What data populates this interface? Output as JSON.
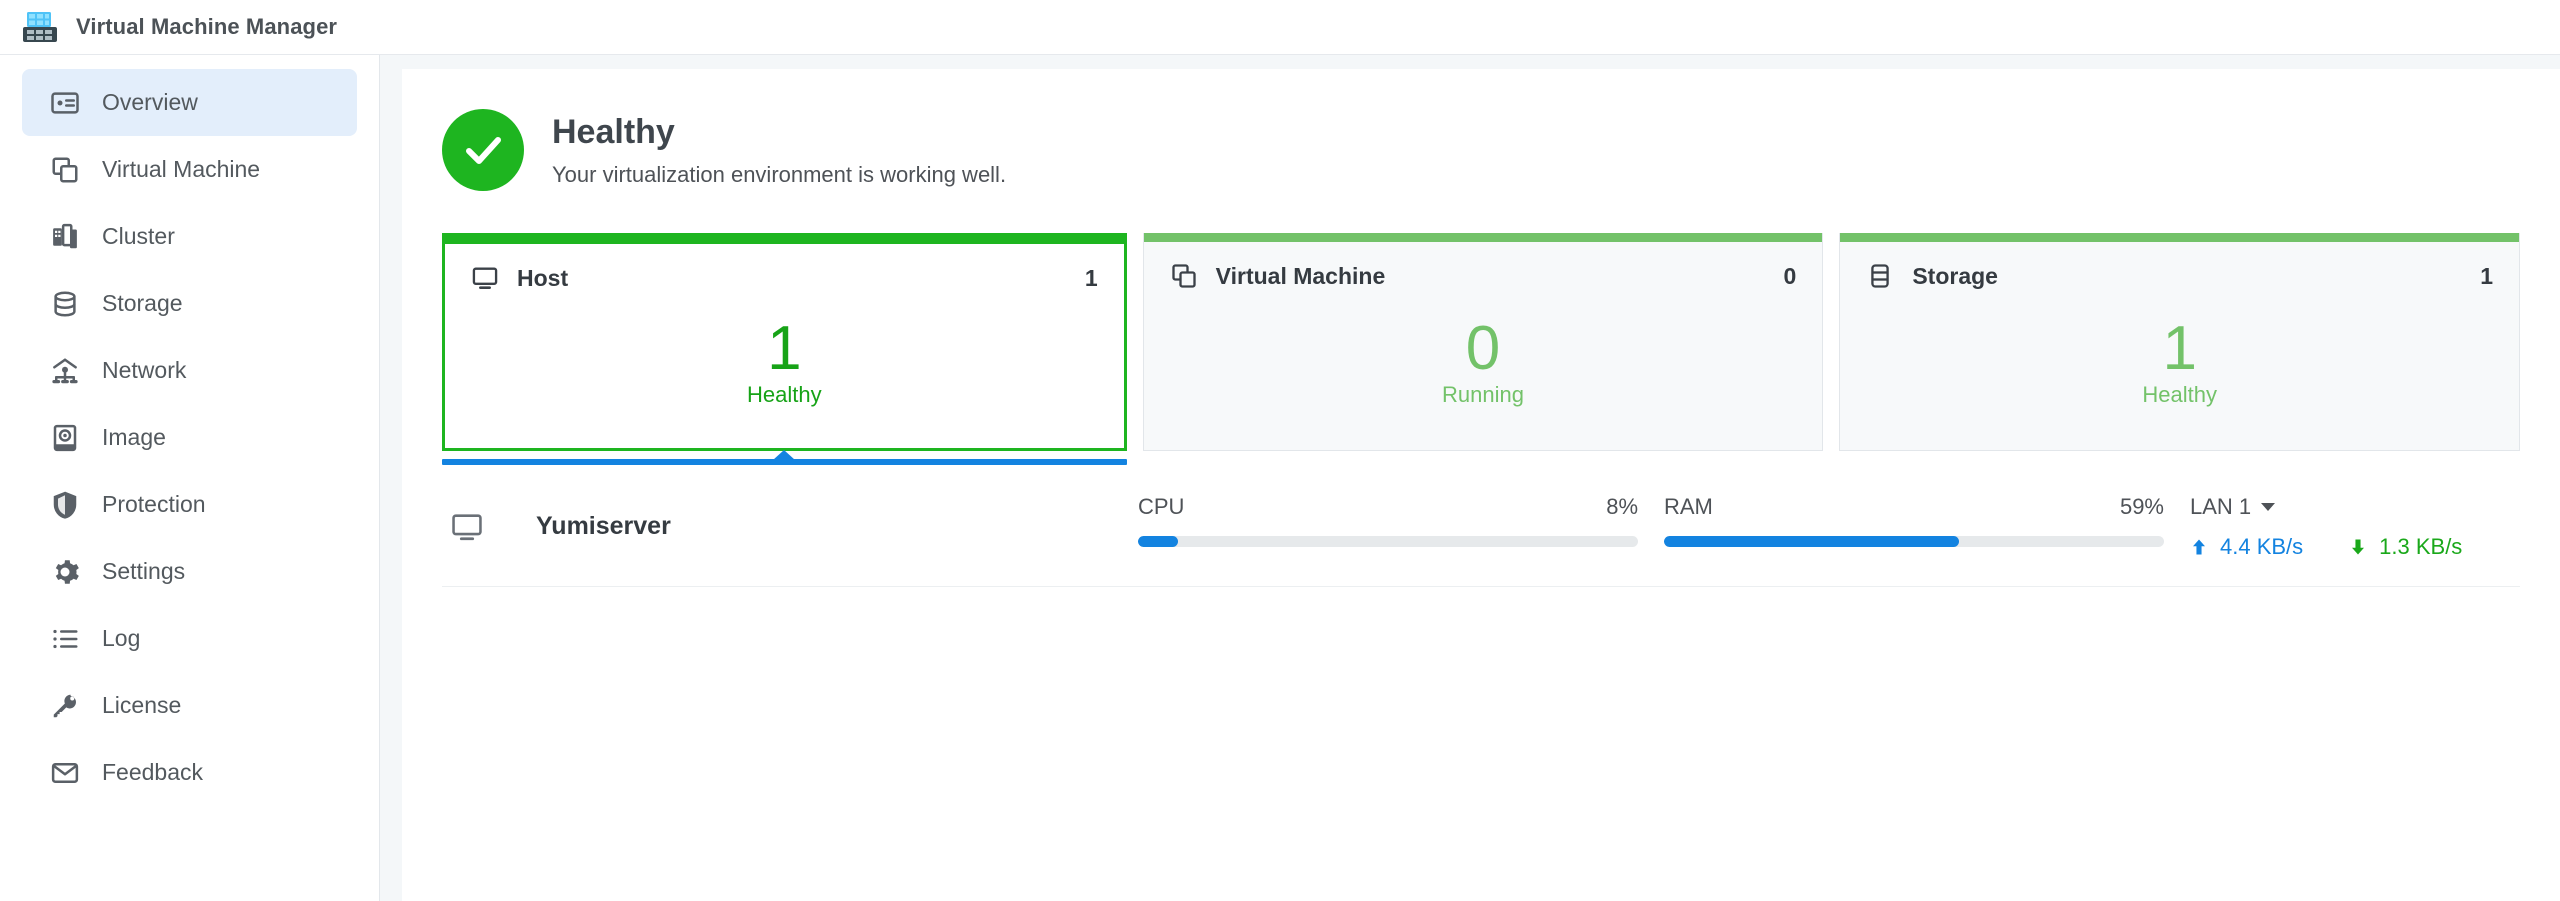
{
  "header": {
    "app_icon": "server-rack-icon",
    "title": "Virtual Machine Manager"
  },
  "sidebar": {
    "items": [
      {
        "label": "Overview",
        "icon": "overview-card-icon",
        "active": true
      },
      {
        "label": "Virtual Machine",
        "icon": "copy-windows-icon",
        "active": false
      },
      {
        "label": "Cluster",
        "icon": "cluster-icon",
        "active": false
      },
      {
        "label": "Storage",
        "icon": "database-icon",
        "active": false
      },
      {
        "label": "Network",
        "icon": "network-node-icon",
        "active": false
      },
      {
        "label": "Image",
        "icon": "disc-image-icon",
        "active": false
      },
      {
        "label": "Protection",
        "icon": "shield-icon",
        "active": false
      },
      {
        "label": "Settings",
        "icon": "gear-icon",
        "active": false
      },
      {
        "label": "Log",
        "icon": "list-icon",
        "active": false
      },
      {
        "label": "License",
        "icon": "key-icon",
        "active": false
      },
      {
        "label": "Feedback",
        "icon": "envelope-icon",
        "active": false
      }
    ]
  },
  "main": {
    "health": {
      "icon": "check-circle-icon",
      "title": "Healthy",
      "subtitle": "Your virtualization environment is working well.",
      "color": "#1eb520"
    },
    "cards": [
      {
        "name": "Host",
        "icon": "monitor-icon",
        "count": "1",
        "big": "1",
        "state": "Healthy",
        "selected": true,
        "accent": "#1eb520"
      },
      {
        "name": "Virtual Machine",
        "icon": "copy-windows-icon",
        "count": "0",
        "big": "0",
        "state": "Running",
        "selected": false,
        "accent": "#73c269"
      },
      {
        "name": "Storage",
        "icon": "database-icon",
        "count": "1",
        "big": "1",
        "state": "Healthy",
        "selected": false,
        "accent": "#73c269"
      }
    ],
    "host_row": {
      "icon": "monitor-icon",
      "name": "Yumiserver",
      "cpu": {
        "label": "CPU",
        "value": "8%",
        "percent": 8
      },
      "ram": {
        "label": "RAM",
        "value": "59%",
        "percent": 59
      },
      "lan": {
        "label": "LAN 1",
        "upload": "4.4 KB/s",
        "download": "1.3 KB/s",
        "upload_color": "#1383e0",
        "download_color": "#1aa81a"
      }
    }
  }
}
